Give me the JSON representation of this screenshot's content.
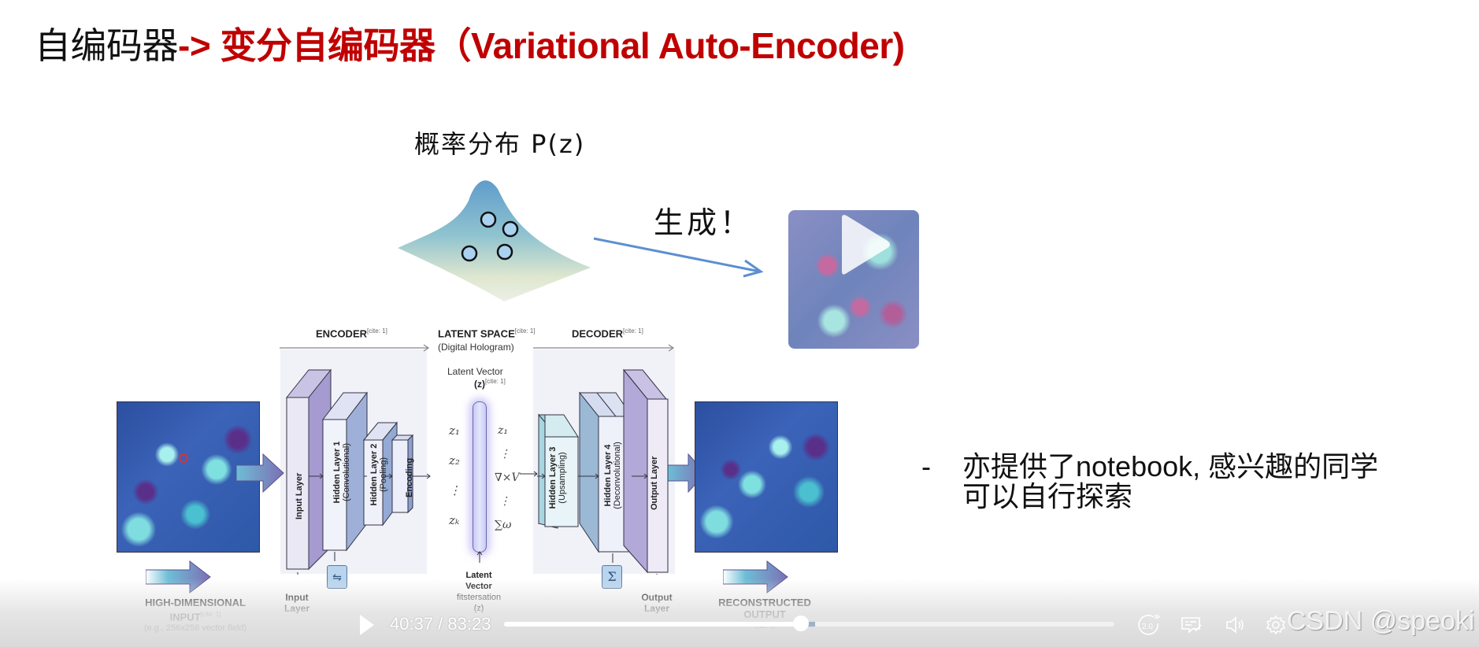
{
  "title": {
    "part1": "自编码器",
    "arrow": "-> ",
    "part2": "变分自编码器（Variational Auto-Encoder)"
  },
  "slide": {
    "prob_label": "概率分布 P(z)",
    "generate_label": "生成！",
    "bullet": {
      "dash": "-",
      "line1": "亦提供了notebook, 感兴趣的同学",
      "line2": "可以自行探索"
    },
    "diagram": {
      "encoder_label": "ENCODER",
      "latent_space_label": "LATENT SPACE",
      "latent_space_sub": "(Digital Hologram)",
      "decoder_label": "DECODER",
      "cite": "[cite: 1]",
      "latent_vector_title": "Latent Vector",
      "latent_vector_z": "(z)",
      "z_left": [
        "z₁",
        "z₂",
        "⋮",
        "zₖ"
      ],
      "z_right": [
        "z₁",
        "⋮",
        "∇×V",
        "⋮",
        "∑ω"
      ],
      "layers": {
        "input": "Input Layer",
        "hidden1": "Hidden Layer 1",
        "hidden1_sub": "(Convolutional)",
        "hidden2": "Hidden Layer 2",
        "hidden2_sub": "(Pooling)",
        "encoding": "Encoding",
        "hidden3": "Hidden Layer 3",
        "hidden3_sub": "(Upsampling)",
        "hidden4": "Hidden Layer 4",
        "hidden4_sub": "(Deconvolutional)",
        "output": "Output Layer"
      },
      "input_layer_caption": [
        "Input",
        "Layer"
      ],
      "output_layer_caption": [
        "Output",
        "Layer"
      ],
      "latent_caption": [
        "Latent",
        "Vector",
        "fitstersation",
        "(z)"
      ],
      "hd_input": [
        "HIGH-DIMENSIONAL",
        "INPUT"
      ],
      "hd_input_sub": "(e.g., 256x256 vector field)",
      "recon_output": [
        "RECONSTRUCTED",
        "OUTPUT"
      ]
    }
  },
  "player": {
    "current_time": "40:37",
    "total_time": "83:23",
    "time_display": "40:37 / 83:23",
    "progress": 0.487,
    "speed_label": "2.0",
    "watermark": "CSDN @speoki",
    "icons": [
      "play-icon",
      "speed-icon",
      "subtitle-icon",
      "volume-icon",
      "settings-icon"
    ]
  },
  "colors": {
    "title_red": "#c00000",
    "title_black": "#111111",
    "arrow_blue": "#5b8fd0"
  }
}
